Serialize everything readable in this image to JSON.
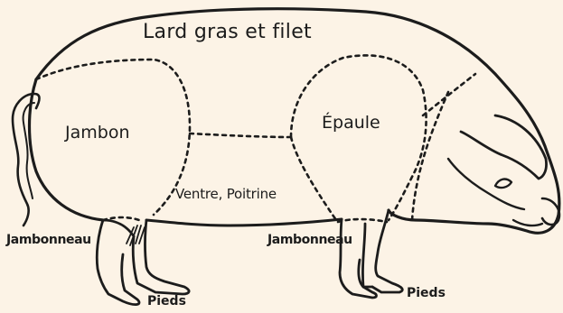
{
  "labels": {
    "lard_gras_filet": "Lard gras et filet",
    "jambon": "Jambon",
    "epaule": "Épaule",
    "ventre_poitrine": "Ventre, Poitrine",
    "jambonneau_left": "Jambonneau",
    "jambonneau_right": "Jambonneau",
    "pieds_left": "Pieds",
    "pieds_right": "Pieds"
  },
  "colors": {
    "background": "#fcf3e6",
    "ink": "#1c1c1c"
  }
}
